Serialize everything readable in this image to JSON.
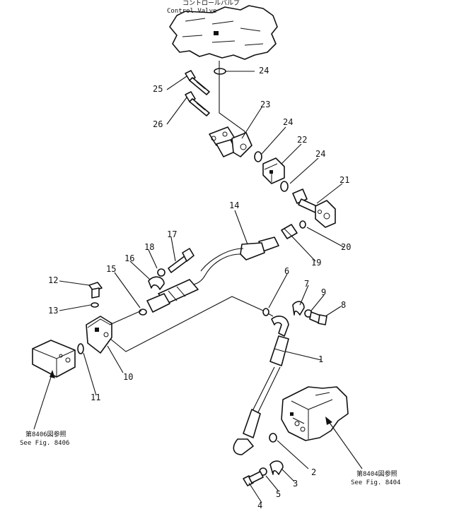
{
  "captions": {
    "control_valve_jp": "コントロールバルブ",
    "control_valve_en": "Control Valve",
    "ref_left_jp": "第8406図参照",
    "ref_left_en": "See Fig. 8406",
    "ref_right_jp": "第8404図参照",
    "ref_right_en": "See Fig. 8404"
  },
  "callouts": [
    "1",
    "2",
    "3",
    "4",
    "5",
    "6",
    "7",
    "8",
    "9",
    "10",
    "11",
    "12",
    "13",
    "14",
    "15",
    "16",
    "17",
    "18",
    "19",
    "20",
    "21",
    "22",
    "23",
    "24",
    "25",
    "26"
  ]
}
